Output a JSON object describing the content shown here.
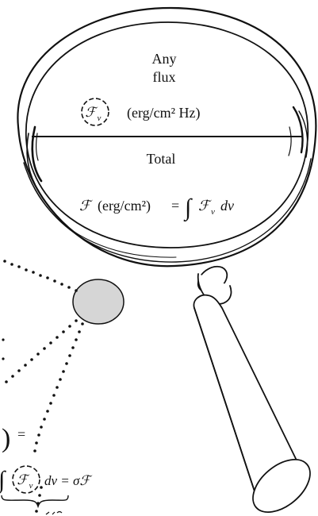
{
  "lens": {
    "upper_label_line1": "Any",
    "upper_label_line2": "flux",
    "spectral_flux_symbol": "ℱ",
    "spectral_flux_subscript": "ν",
    "spectral_flux_units": "(erg/cm² Hz)",
    "lower_label": "Total",
    "total_flux_symbol": "ℱ",
    "total_flux_units": "(erg/cm²)",
    "equals": "=",
    "integral": "∫",
    "integrand_symbol": "ℱ",
    "integrand_subscript": "ν",
    "differential": "dν"
  },
  "left_fragment": {
    "paren_close": ")",
    "equals": "=",
    "integral": "∫",
    "integrand_symbol": "ℱ",
    "integrand_subscript": "ν",
    "result": "dν = σℱ"
  },
  "colors": {
    "ink": "#111111",
    "dot_fill": "#d6d6d6",
    "paper": "#ffffff"
  }
}
